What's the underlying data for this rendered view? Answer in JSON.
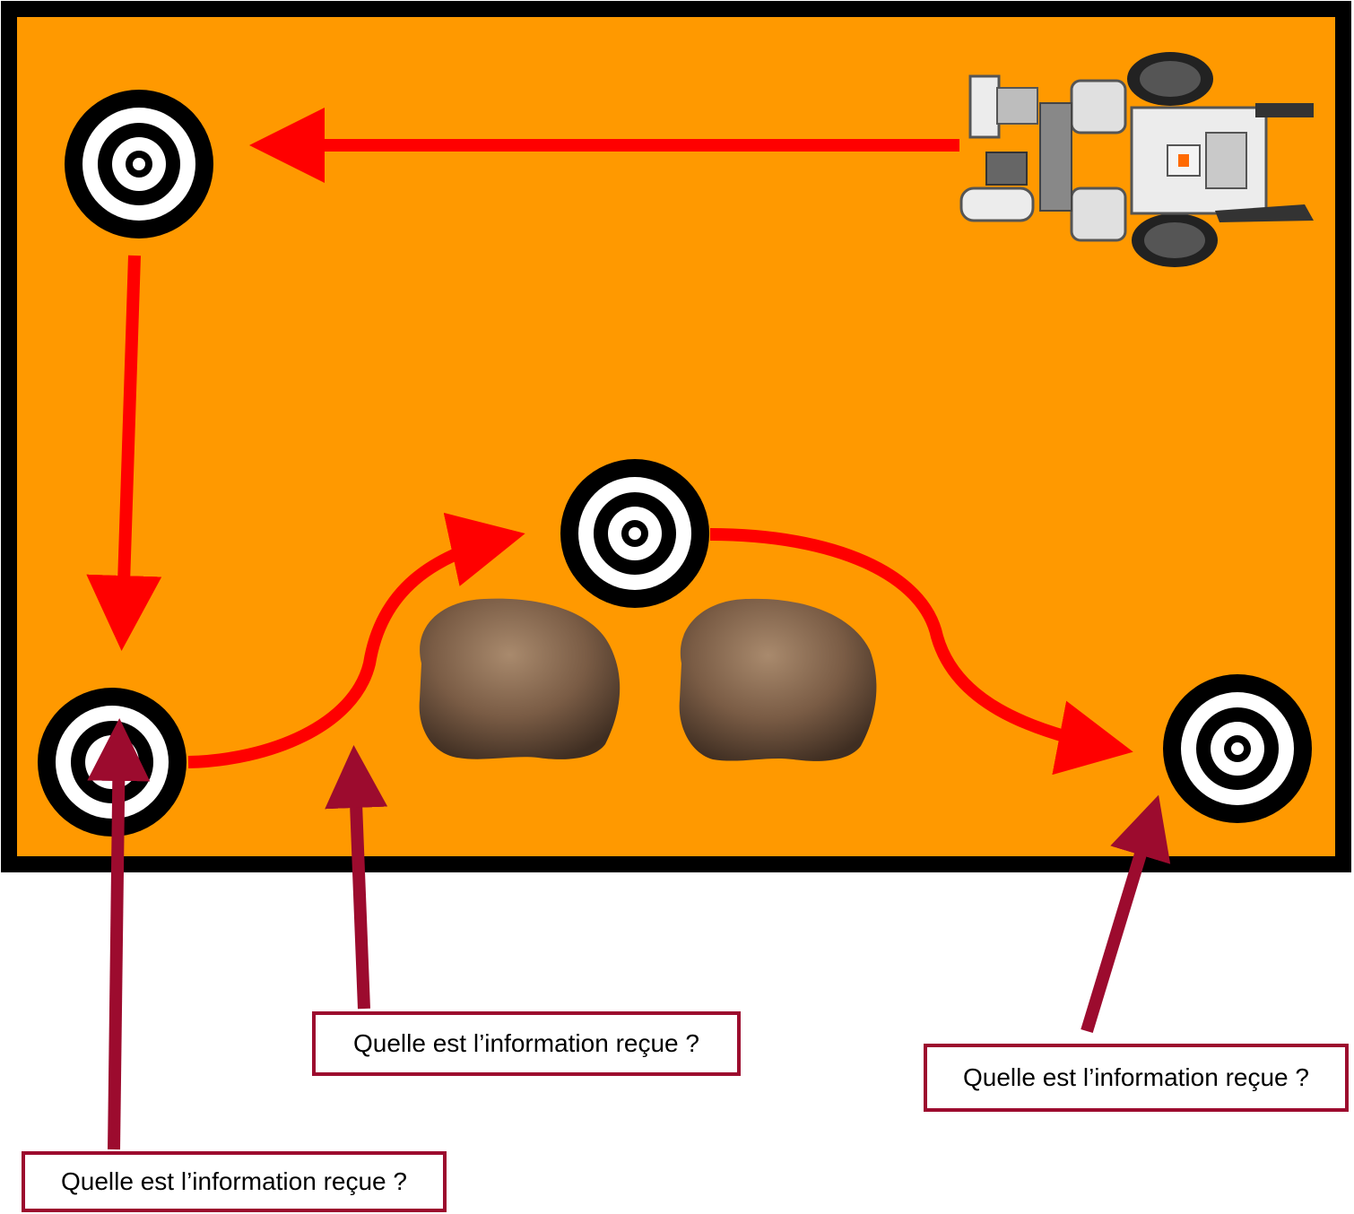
{
  "labels": [
    "Quelle est l’information reçue ?",
    "Quelle est l’information reçue ?",
    "Quelle est l’information reçue ?"
  ],
  "colors": {
    "field": "#ff9900",
    "border": "#000000",
    "path_arrow": "#ff0000",
    "pointer_arrow": "#9c0b2e",
    "target_ring_dark": "#000000",
    "target_ring_light": "#ffffff",
    "rock": "#7a5c45"
  },
  "icons": [
    "target-icon",
    "robot-icon",
    "rock-icon"
  ]
}
